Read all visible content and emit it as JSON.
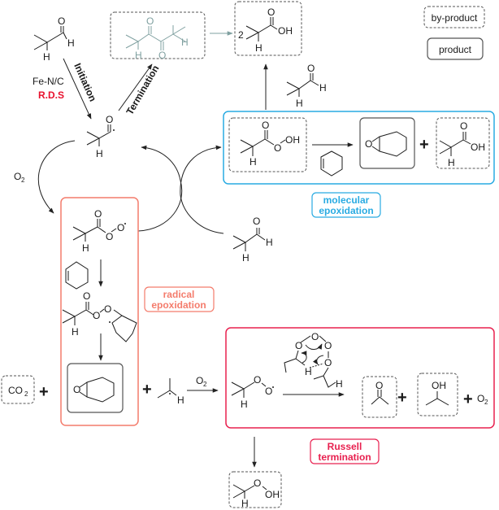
{
  "legend": {
    "byproduct_label": "by-product",
    "product_label": "product"
  },
  "initiation": {
    "arrow_label": "Initiation",
    "catalyst": "Fe-N/C",
    "rds": "R.D.S",
    "rds_color": "#e8112d"
  },
  "termination": {
    "arrow_label": "Termination",
    "acid_coefficient": "2"
  },
  "atoms": {
    "O": "O",
    "H": "H",
    "OH": "OH",
    "O2": "O",
    "O2_sub": "2",
    "CO": "CO",
    "CO2_sub": "2"
  },
  "molecular_epoxidation": {
    "label_line1": "molecular",
    "label_line2": "epoxidation",
    "color": "#29abe2"
  },
  "radical_epoxidation": {
    "label_line1": "radical",
    "label_line2": "epoxidation",
    "color": "#f47c6c"
  },
  "russell_termination": {
    "label_line1": "Russell",
    "label_line2": "termination",
    "color": "#e8204f"
  },
  "species": {
    "isobutyraldehyde": "isobutyraldehyde",
    "acyl_radical": "isobutyryl radical",
    "acylperoxy_radical": "isobutyrylperoxy radical",
    "peracid": "peroxyisobutyric acid",
    "isobutyric_acid": "isobutyric acid",
    "diketone": "2,5-dimethylhexane-3,4-dione",
    "cyclohexene": "cyclohexene",
    "epoxide": "cyclohexene oxide",
    "carbon_dioxide": "CO2",
    "isopropyl_radical": "isopropyl radical",
    "isopropylperoxy_radical": "isopropylperoxy radical",
    "tetroxide": "tetroxide intermediate",
    "acetone": "acetone",
    "isopropanol": "isopropanol",
    "isopropyl_hydroperoxide": "isopropyl hydroperoxide",
    "oxygen": "O2"
  }
}
